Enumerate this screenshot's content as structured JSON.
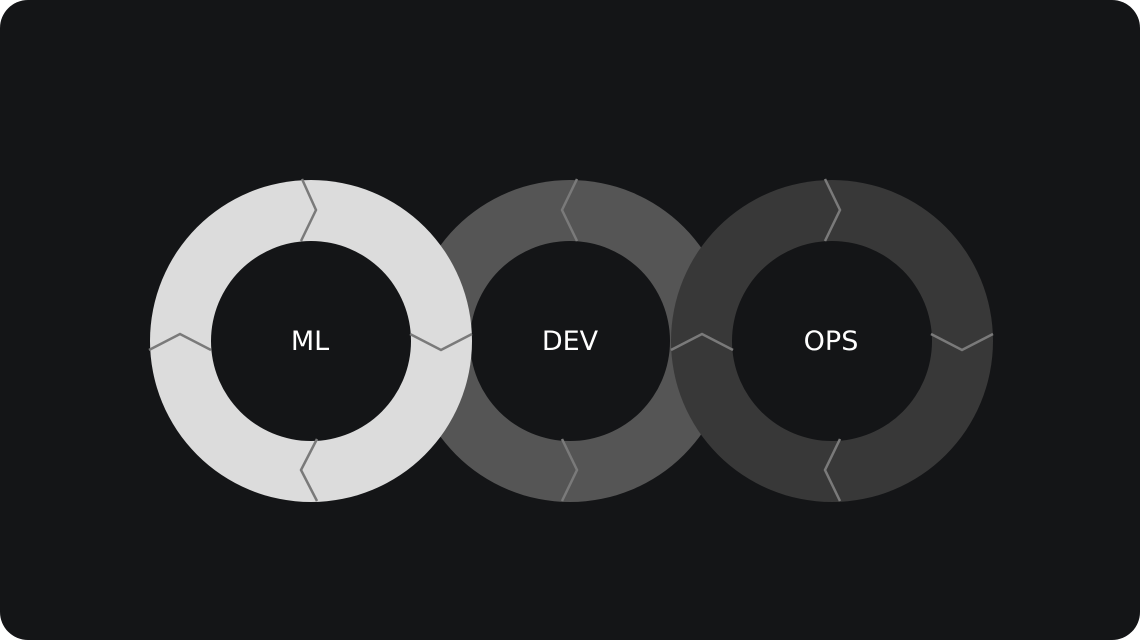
{
  "diagram": {
    "colors": {
      "background": "#141517",
      "ml_ring": "#dcdcdc",
      "dev_ring": "#555555",
      "ops_ring": "#383838",
      "chevron": "#7a7a7a",
      "hole": "#141517"
    },
    "rings": [
      {
        "id": "ml",
        "label": "ML"
      },
      {
        "id": "dev",
        "label": "DEV"
      },
      {
        "id": "ops",
        "label": "OPS"
      }
    ]
  }
}
